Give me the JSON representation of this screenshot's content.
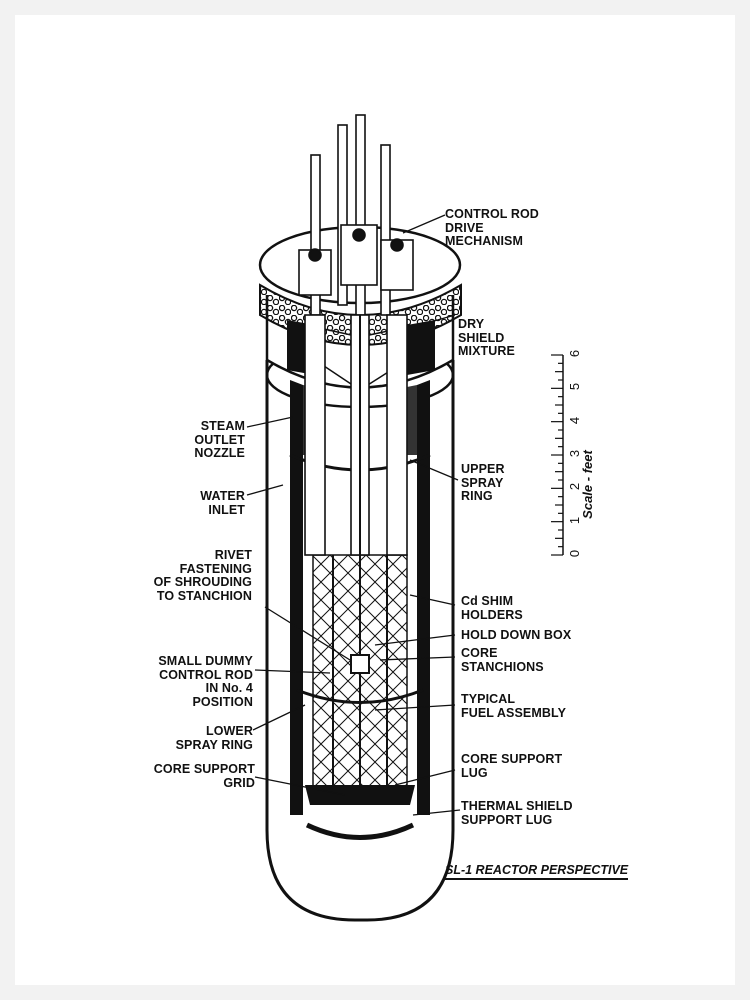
{
  "labels": {
    "control_rod_drive": "CONTROL ROD\nDRIVE\nMECHANISM",
    "dry_shield": "DRY\nSHIELD\nMIXTURE",
    "steam_outlet": "STEAM\nOUTLET\nNOZZLE",
    "water_inlet": "WATER\nINLET",
    "upper_spray_ring": "UPPER\nSPRAY\nRING",
    "rivet_fastening": "RIVET\nFASTENING\nOF SHROUDING\nTO STANCHION",
    "cd_shim_holders": "Cd SHIM\nHOLDERS",
    "hold_down_box": "HOLD DOWN BOX",
    "core_stanchions": "CORE\nSTANCHIONS",
    "small_dummy": "SMALL DUMMY\nCONTROL ROD\nIN No. 4\nPOSITION",
    "typical_fuel": "TYPICAL\nFUEL ASSEMBLY",
    "lower_spray_ring": "LOWER\nSPRAY RING",
    "core_support_grid": "CORE SUPPORT\nGRID",
    "core_support_lug": "CORE SUPPORT\nLUG",
    "thermal_shield": "THERMAL SHIELD\nSUPPORT LUG"
  },
  "scale": {
    "title": "Scale - feet",
    "ticks": [
      "0",
      "1",
      "2",
      "3",
      "4",
      "5",
      "6"
    ]
  },
  "caption": "SL-1 REACTOR PERSPECTIVE"
}
